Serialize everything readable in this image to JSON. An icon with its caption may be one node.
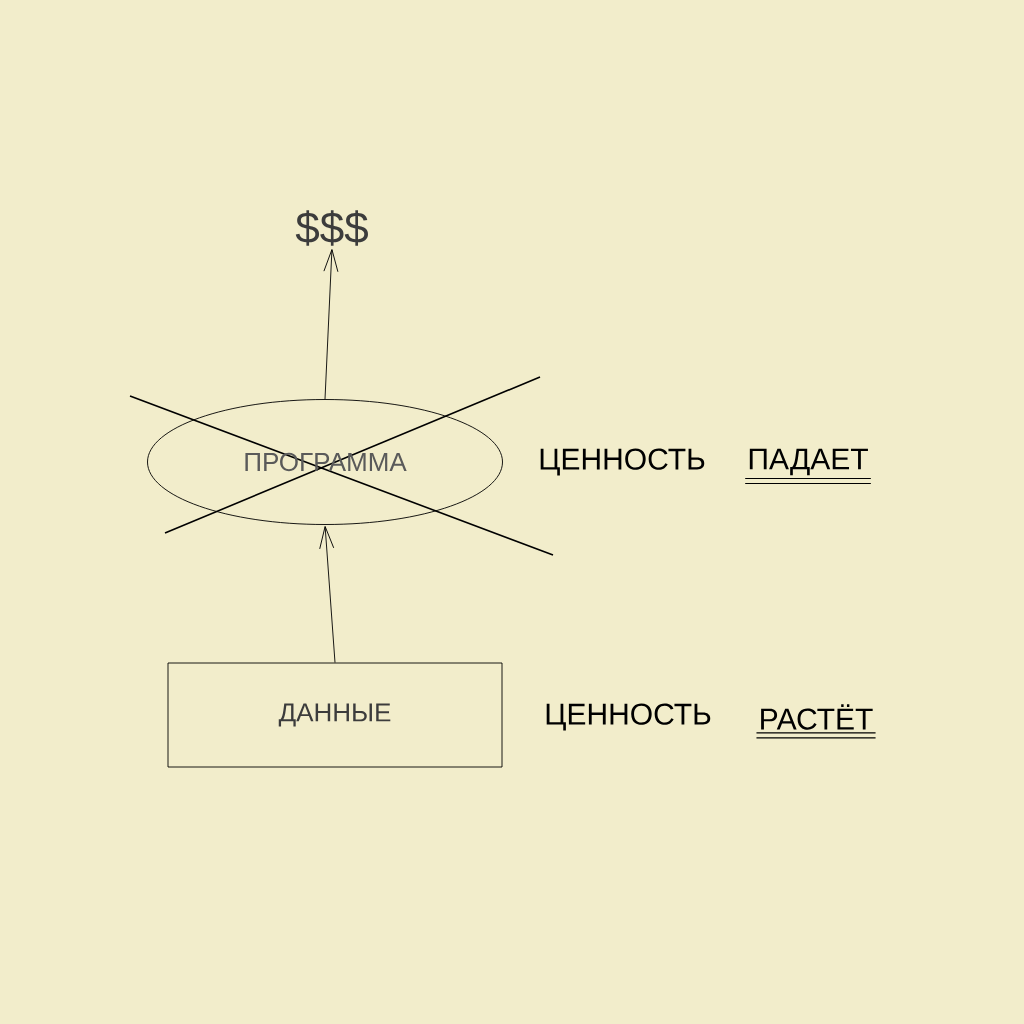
{
  "diagram": {
    "nodes": [
      {
        "text": [
          "$$$"
        ]
      },
      {
        "text": [
          "ПРОГРАММА"
        ],
        "beside": [
          "ЦЕННОСТЬ",
          "ПАДАЕТ"
        ]
      },
      {
        "text": [
          "ДАННЫЕ"
        ],
        "beside": [
          "ЦЕННОСТЬ",
          "РАСТЁТ"
        ]
      }
    ],
    "edges": [
      {
        "from": 2,
        "to": 1,
        "arrow": "to"
      },
      {
        "from": 1,
        "to": 0,
        "arrow": "to"
      }
    ]
  }
}
